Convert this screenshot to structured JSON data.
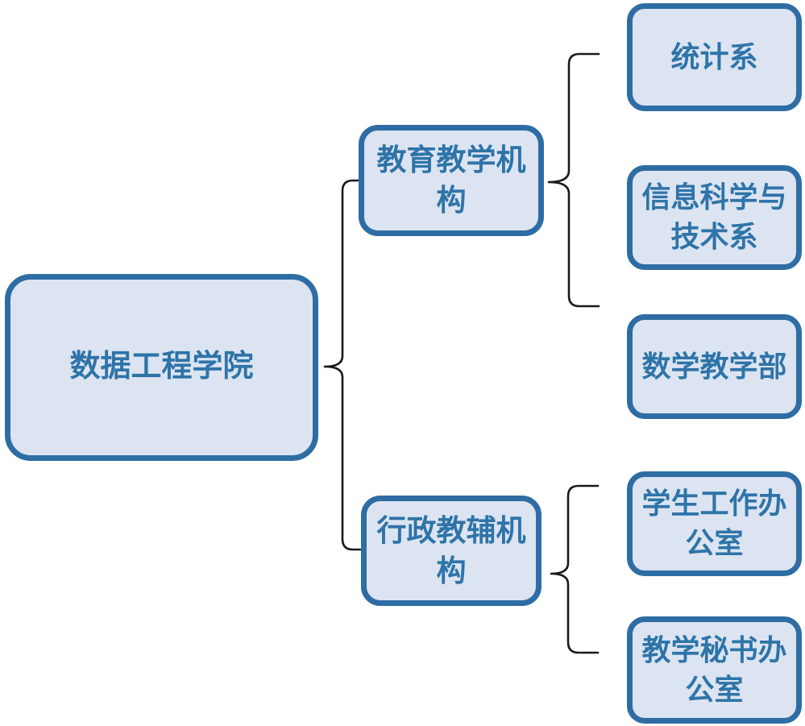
{
  "colors": {
    "node_fill": "#DCE4F1",
    "node_border": "#2E6DA4",
    "node_text": "#2E74A8",
    "connector": "#1A1A1A",
    "background": "#FFFFFF"
  },
  "chart_data": {
    "type": "table",
    "title": "",
    "hierarchy": {
      "root": "数据工程学院",
      "children": [
        {
          "label": "教育教学机构",
          "children": [
            "统计系",
            "信息科学与技术系",
            "数学教学部"
          ]
        },
        {
          "label": "行政教辅机构",
          "children": [
            "学生工作办公室",
            "教学秘书办公室"
          ]
        }
      ]
    }
  },
  "nodes": {
    "root": {
      "label": "数据工程学院"
    },
    "edu": {
      "label": "教育教学机\n构"
    },
    "admin": {
      "label": "行政教辅机\n构"
    },
    "stat": {
      "label": "统计系"
    },
    "info": {
      "label": "信息科学与\n技术系"
    },
    "math": {
      "label": "数学教学部"
    },
    "student": {
      "label": "学生工作办\n公室"
    },
    "secretary": {
      "label": "教学秘书办\n公室"
    }
  }
}
